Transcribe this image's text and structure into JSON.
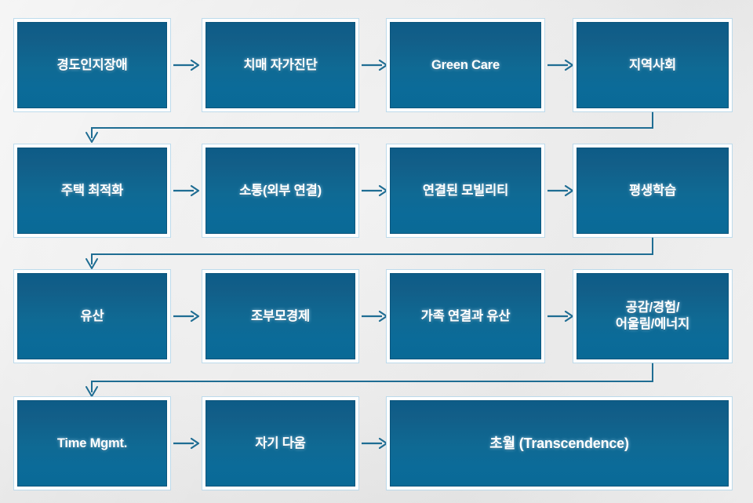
{
  "diagram": {
    "title": "Aging-in-place service flow diagram",
    "colors": {
      "node_fill_top": "#0d5c87",
      "node_fill_bottom": "#0a6a96",
      "node_border": "#0c557c",
      "node_glow": "#ffffff",
      "arrow": "#1f6d93",
      "background": "#ededed",
      "label_text": "#ffffff"
    },
    "rows": [
      {
        "row_index": 1,
        "nodes": [
          {
            "id": "r1c1",
            "label": "경도인지장애"
          },
          {
            "id": "r1c2",
            "label": "치매 자가진단"
          },
          {
            "id": "r1c3",
            "label": "Green Care"
          },
          {
            "id": "r1c4",
            "label": "지역사회"
          }
        ]
      },
      {
        "row_index": 2,
        "nodes": [
          {
            "id": "r2c1",
            "label": "주택 최적화"
          },
          {
            "id": "r2c2",
            "label": "소통(외부 연결)"
          },
          {
            "id": "r2c3",
            "label": "연결된 모빌리티"
          },
          {
            "id": "r2c4",
            "label": "평생학습"
          }
        ]
      },
      {
        "row_index": 3,
        "nodes": [
          {
            "id": "r3c1",
            "label": "유산"
          },
          {
            "id": "r3c2",
            "label": "조부모경제"
          },
          {
            "id": "r3c3",
            "label": "가족 연결과 유산"
          },
          {
            "id": "r3c4",
            "label": "공감/경험/\n어울림/에너지"
          }
        ]
      },
      {
        "row_index": 4,
        "nodes": [
          {
            "id": "r4c1",
            "label": "Time Mgmt."
          },
          {
            "id": "r4c2",
            "label": "자기 다움"
          },
          {
            "id": "r4c3",
            "label": "초월 (Transcendence)"
          }
        ]
      }
    ],
    "connectors": {
      "horizontal_icon": "arrow-right-icon",
      "wrap_icon": "arrow-down-wrap-icon",
      "horizontal_count": 11,
      "wrap_count": 3,
      "wrap_description": "right-to-left wrap connector from end of each row down to start of next row"
    }
  }
}
